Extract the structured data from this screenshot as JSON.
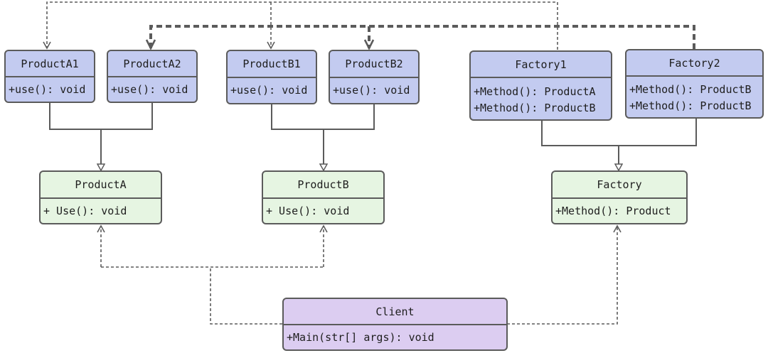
{
  "classes": {
    "productA1": {
      "name": "ProductA1",
      "members": [
        "+use(): void"
      ]
    },
    "productA2": {
      "name": "ProductA2",
      "members": [
        "+use(): void"
      ]
    },
    "productB1": {
      "name": "ProductB1",
      "members": [
        "+use(): void"
      ]
    },
    "productB2": {
      "name": "ProductB2",
      "members": [
        "+use(): void"
      ]
    },
    "factory1": {
      "name": "Factory1",
      "members": [
        "+Method(): ProductA",
        "+Method(): ProductB"
      ]
    },
    "factory2": {
      "name": "Factory2",
      "members": [
        "+Method(): ProductB",
        "+Method(): ProductB"
      ]
    },
    "productA": {
      "name": "ProductA",
      "members": [
        "+ Use(): void"
      ]
    },
    "productB": {
      "name": "ProductB",
      "members": [
        "+ Use(): void"
      ]
    },
    "factory": {
      "name": "Factory",
      "members": [
        "+Method(): Product"
      ]
    },
    "client": {
      "name": "Client",
      "members": [
        "+Main(str[] args): void"
      ]
    }
  },
  "colors": {
    "concrete_fill": "#c3cbf0",
    "abstract_fill": "#e6f5e2",
    "client_fill": "#dccdf1",
    "border": "#5b5b5b"
  }
}
